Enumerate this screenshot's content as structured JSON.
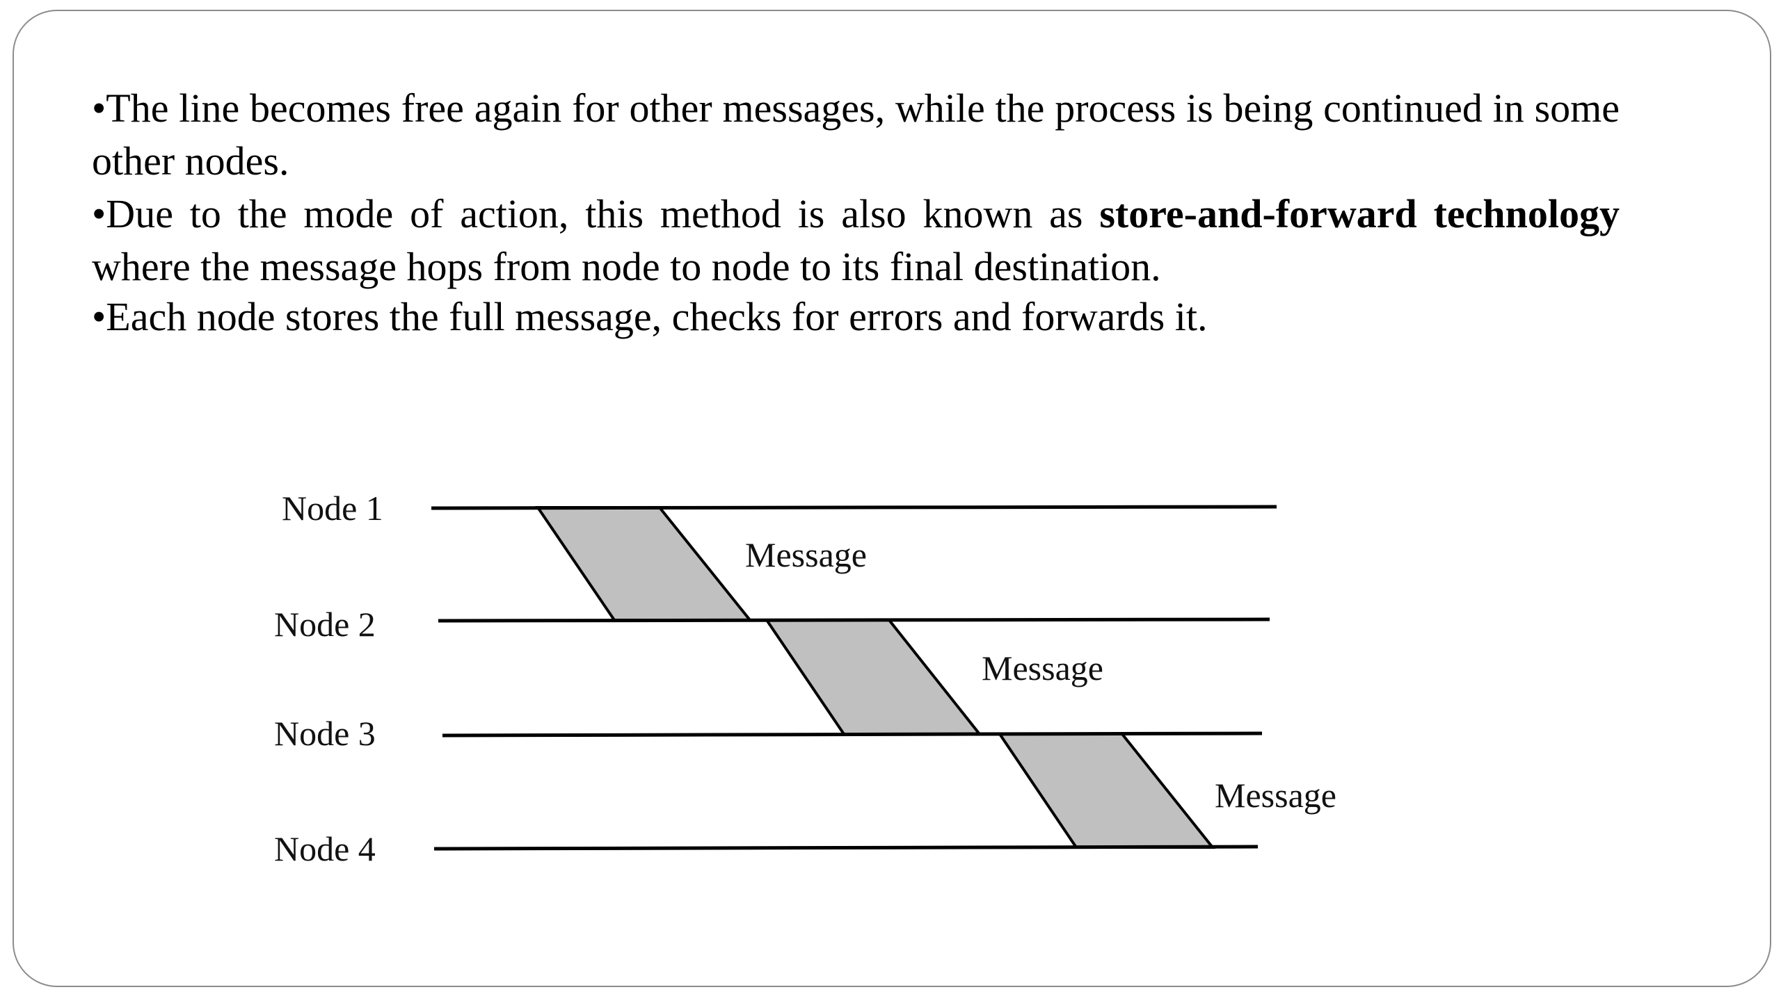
{
  "bullets": [
    {
      "pre": "•The line becomes free again for other messages, while the process is being continued in some other nodes.",
      "bold": "",
      "post": ""
    },
    {
      "pre": "•Due to the mode of action, this method is also known as ",
      "bold": "store-and-forward technology",
      "post": " where the message hops from node to node to its final destination."
    },
    {
      "pre": "•Each node stores the full message, checks for errors and forwards it.",
      "bold": "",
      "post": ""
    }
  ],
  "diagram": {
    "nodes": [
      "Node 1",
      "Node 2",
      "Node 3",
      "Node 4"
    ],
    "message_label": "Message",
    "hops": [
      {
        "from": "Node 1",
        "to": "Node 2",
        "label": "Message"
      },
      {
        "from": "Node 2",
        "to": "Node 3",
        "label": "Message"
      },
      {
        "from": "Node 3",
        "to": "Node 4",
        "label": "Message"
      }
    ],
    "colors": {
      "line": "#000000",
      "message_fill": "#c0c0c0",
      "border": "#8c8c8c"
    }
  }
}
